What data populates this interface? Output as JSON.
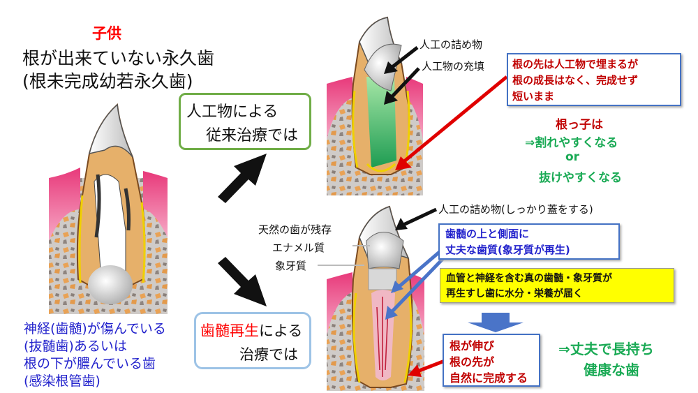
{
  "left": {
    "title_red": "子供",
    "title_line1": "根が出来ていない永久歯",
    "title_line2": "(根未完成幼若永久歯)",
    "desc_line1": "神経(歯髄)が傷んでいる",
    "desc_line2": "(抜髄歯)あるいは",
    "desc_line3": "根の下が膿んでいる歯",
    "desc_line4": "(感染根管歯)"
  },
  "top_path": {
    "box_line1": "人工物による",
    "box_line2": "従来治療では",
    "label_filling": "人工の詰め物",
    "label_filled": "人工物の充填",
    "note_line1": "根の先は人工物で埋まるが",
    "note_line2": "根の成長はなく、完成せず",
    "note_line3": "短いまま",
    "result_line1": "根っ子は",
    "result_line2": "⇒割れやすくなる",
    "result_line3": "or",
    "result_line4": "抜けやすくなる"
  },
  "bottom_path": {
    "box_red": "歯髄再生",
    "box_rest": "による",
    "box_line2": "治療では",
    "label_filling": "人工の詰め物(しっかり蓋をする)",
    "label_natural": "天然の歯が残存",
    "label_enamel": "エナメル質",
    "label_dentin": "象牙質",
    "blue_box_line1": "歯髄の上と側面に",
    "blue_box_line2": "丈夫な歯質(象牙質が再生)",
    "yellow_line1": "血管と神経を含む真の歯髄・象牙質が",
    "yellow_line2": "再生すし歯に水分・栄養が届く",
    "red_box_line1": "根が伸び",
    "red_box_line2": "根の先が",
    "red_box_line3": "自然に完成する",
    "result_line1": "⇒丈夫で長持ち",
    "result_line2": "健康な歯"
  },
  "colors": {
    "red": "#ff0000",
    "dark_red": "#c00000",
    "blue": "#2222cc",
    "green": "#1aaa55",
    "box_green_border": "#70ad47",
    "box_blue_border": "#4472c4",
    "yellow_fill": "#ffff00"
  }
}
